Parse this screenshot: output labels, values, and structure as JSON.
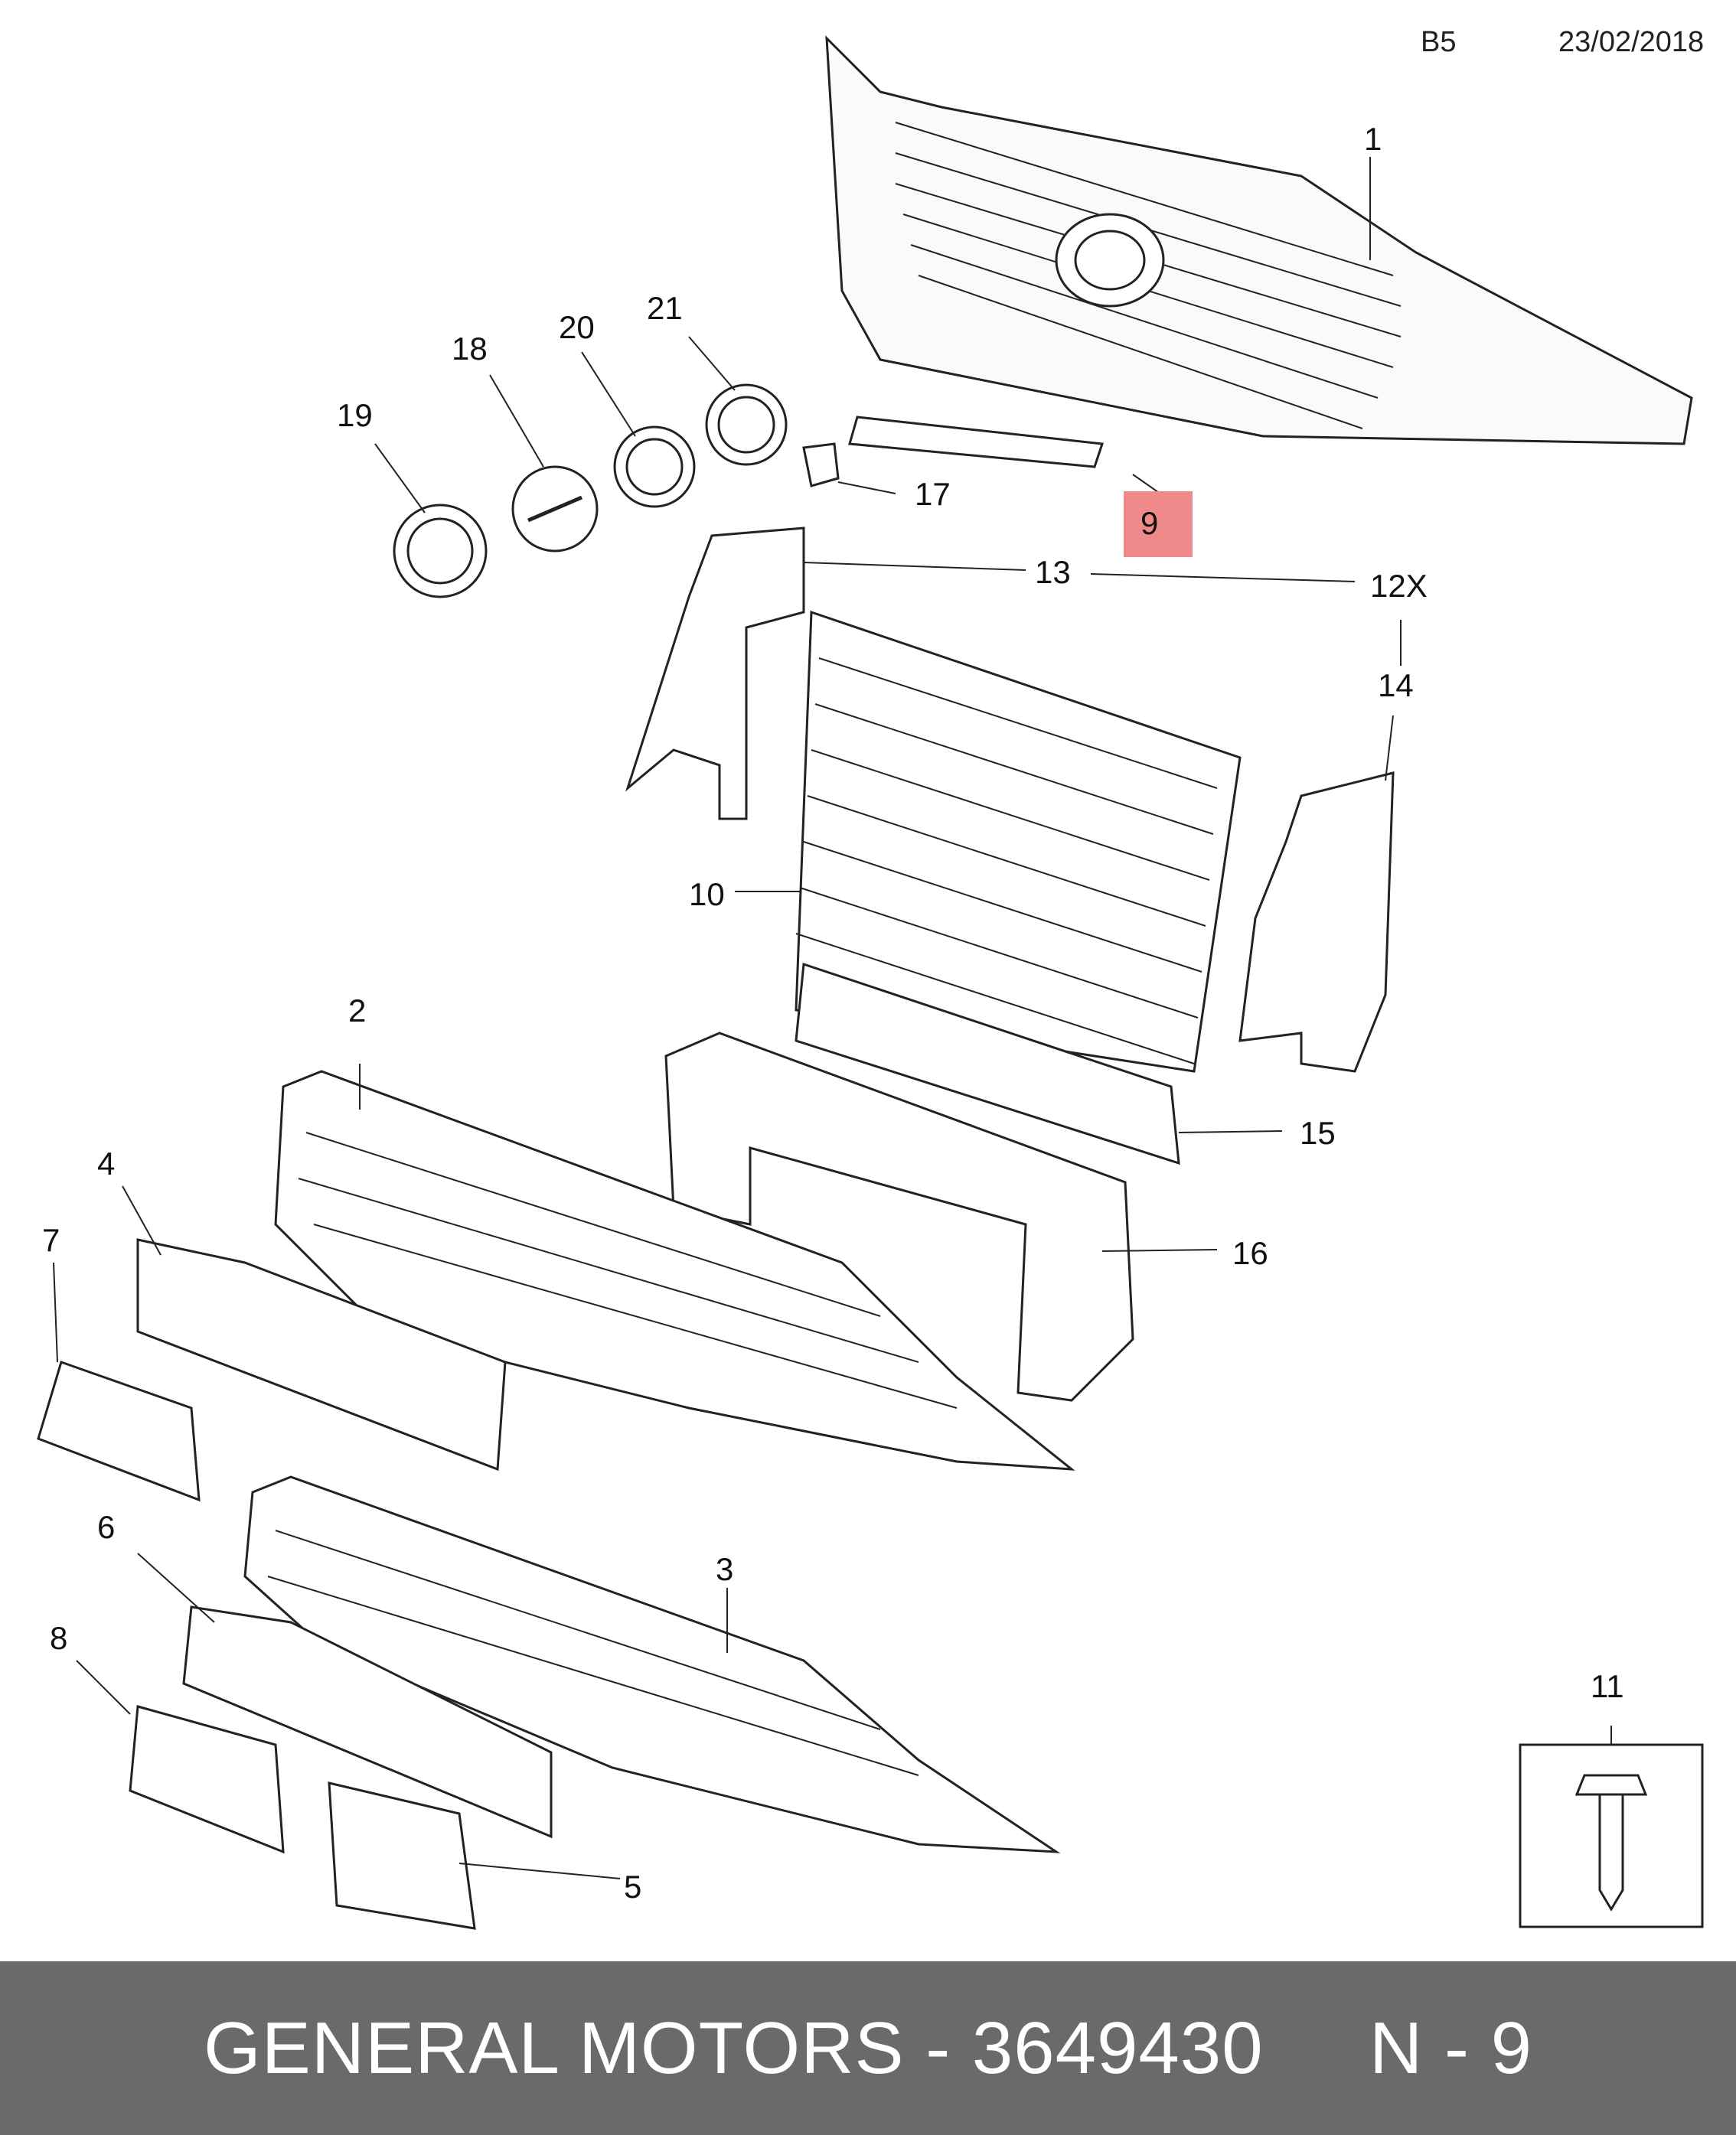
{
  "header": {
    "code": "B5",
    "date": "23/02/2018"
  },
  "callouts": [
    {
      "id": "c1",
      "label": "1"
    },
    {
      "id": "c2",
      "label": "2"
    },
    {
      "id": "c3",
      "label": "3"
    },
    {
      "id": "c4",
      "label": "4"
    },
    {
      "id": "c5",
      "label": "5"
    },
    {
      "id": "c6",
      "label": "6"
    },
    {
      "id": "c7",
      "label": "7"
    },
    {
      "id": "c8",
      "label": "8"
    },
    {
      "id": "c9",
      "label": "9"
    },
    {
      "id": "c10",
      "label": "10"
    },
    {
      "id": "c11",
      "label": "11"
    },
    {
      "id": "c12",
      "label": "12X"
    },
    {
      "id": "c13",
      "label": "13"
    },
    {
      "id": "c14",
      "label": "14"
    },
    {
      "id": "c15",
      "label": "15"
    },
    {
      "id": "c16",
      "label": "16"
    },
    {
      "id": "c17",
      "label": "17"
    },
    {
      "id": "c18",
      "label": "18"
    },
    {
      "id": "c19",
      "label": "19"
    },
    {
      "id": "c20",
      "label": "20"
    },
    {
      "id": "c21",
      "label": "21"
    }
  ],
  "highlight": {
    "label": "9",
    "color": "#f08a8a"
  },
  "footer": {
    "text": "GENERAL MOTORS - 3649430     N - 9",
    "background": "#6a6a6a"
  }
}
